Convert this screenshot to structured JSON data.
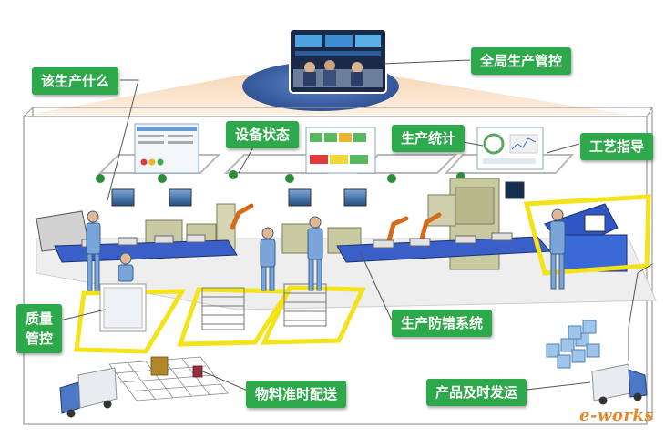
{
  "labels": {
    "global_control": "全局生产管控",
    "what_to_produce": "该生产什么",
    "equipment_status": "设备状态",
    "production_stats": "生产统计",
    "process_guidance": "工艺指导",
    "quality_line1": "质量",
    "quality_line2": "管控",
    "error_proofing": "生产防错系统",
    "material_delivery": "物料准时配送",
    "product_shipping": "产品及时发运"
  },
  "logo_text": "e-works",
  "colors": {
    "label_green": "#2da84a",
    "conveyor_blue": "#3a5fc8",
    "machine_khaki": "#c9c9a2",
    "highlight_yellow": "#f4e21a",
    "worker_blue": "#7aa5d8",
    "wedge_orange": "#f6c79a",
    "logo_orange": "#e58a2c"
  }
}
